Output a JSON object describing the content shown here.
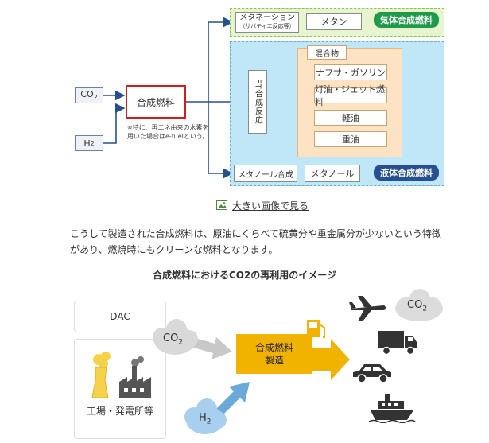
{
  "top_diagram": {
    "inputs": {
      "co2": "CO2",
      "co2_sub": "2",
      "h2": "H",
      "h2_sub": "2"
    },
    "synth_fuel": "合成燃料",
    "note_line1": "※特に、再エネ由来の水素を",
    "note_line2": "用いた場合はe-fuelという。",
    "methanation": "メタネーション",
    "methanation_sub": "（サバティエ反応等）",
    "methane": "メタン",
    "gas_label": "気体合成燃料",
    "ft_reaction": "FT合成反応",
    "mixture": "混合物",
    "fuels": [
      "ナフサ・ガソリン",
      "灯油・ジェット燃料",
      "軽油",
      "重油"
    ],
    "methanol_synthesis": "メタノール合成",
    "methanol": "メタノール",
    "liquid_label": "液体合成燃料"
  },
  "view_larger": "大きい画像で見る",
  "paragraph": "こうして製造された合成燃料は、原油にくらべて硫黄分や重金属分が少ないという特徴があり、燃焼時にもクリーンな燃料となります。",
  "bottom_title": "合成燃料におけるCO2の再利用のイメージ",
  "bottom_diagram": {
    "dac": "DAC",
    "co2": "CO",
    "co2_sub": "2",
    "factory": "工場・発電所等",
    "production_line1": "合成燃料",
    "production_line2": "製造",
    "h2": "H",
    "h2_sub": "2",
    "co2_right": "CO",
    "co2_right_sub": "2"
  },
  "colors": {
    "red_border": "#d0201c",
    "green_band": "#e6f5cf",
    "blue_band": "#bfe7f7",
    "mixture_bg": "#fde3c4",
    "yellow": "#f2b300",
    "gray_arrow": "#c8c8c8",
    "blue_arrow": "#6aa9d8"
  },
  "icons": [
    "image-icon",
    "airplane-icon",
    "truck-icon",
    "car-icon",
    "ship-icon",
    "fuel-pump-icon",
    "factory-icon"
  ]
}
